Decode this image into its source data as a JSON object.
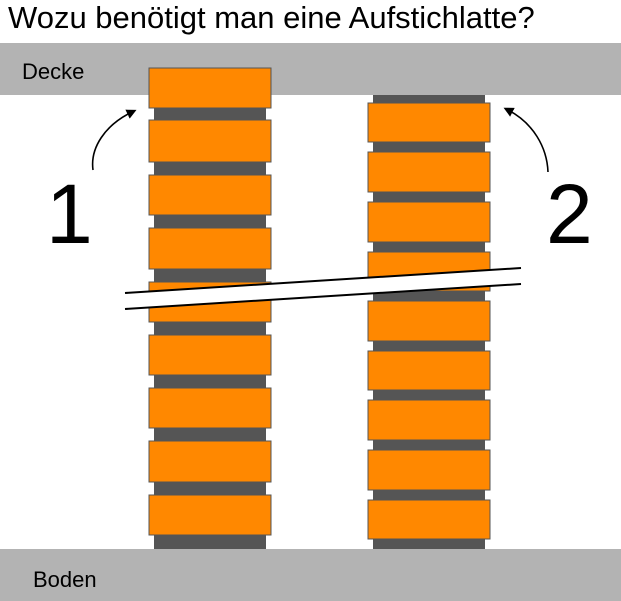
{
  "title": "Wozu benötigt man eine Aufstichlatte?",
  "ceiling_label": "Decke",
  "floor_label": "Boden",
  "stack_labels": [
    "1",
    "2"
  ],
  "colors": {
    "brick": "#ff8800",
    "brick_edge": "#555555",
    "joint": "#555555",
    "slab": "#b3b3b3"
  }
}
